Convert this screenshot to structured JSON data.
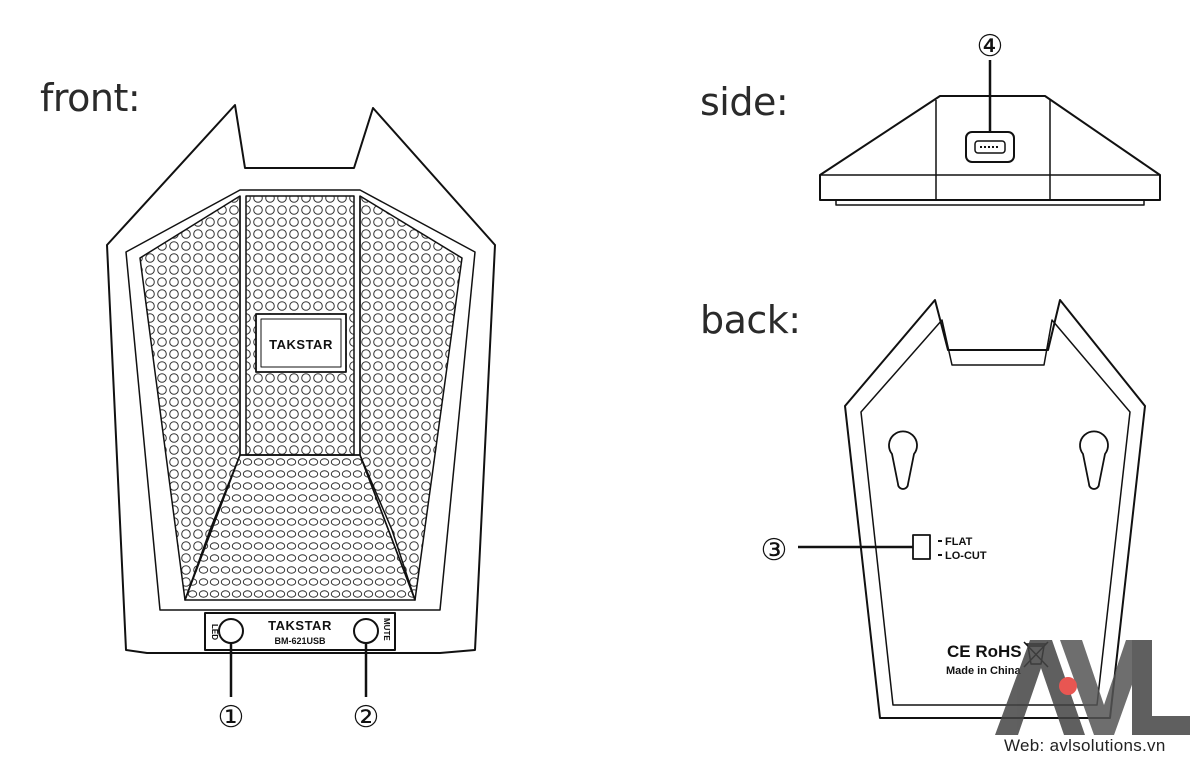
{
  "views": {
    "front": "front:",
    "side": "side:",
    "back": "back:"
  },
  "front_panel": {
    "brand": "TAKSTAR",
    "model": "BM-621USB",
    "led_label": "LED",
    "mute_label": "MUTE"
  },
  "back_panel": {
    "flat_label": "FLAT",
    "locut_label": "LO-CUT",
    "certification": "CE RoHS",
    "origin": "Made in China"
  },
  "callouts": {
    "c1": "①",
    "c2": "②",
    "c3": "③",
    "c4": "④"
  },
  "watermark": {
    "logo_text": "AVL",
    "website": "Web: avlsolutions.vn",
    "dot_color": "#e53935"
  }
}
